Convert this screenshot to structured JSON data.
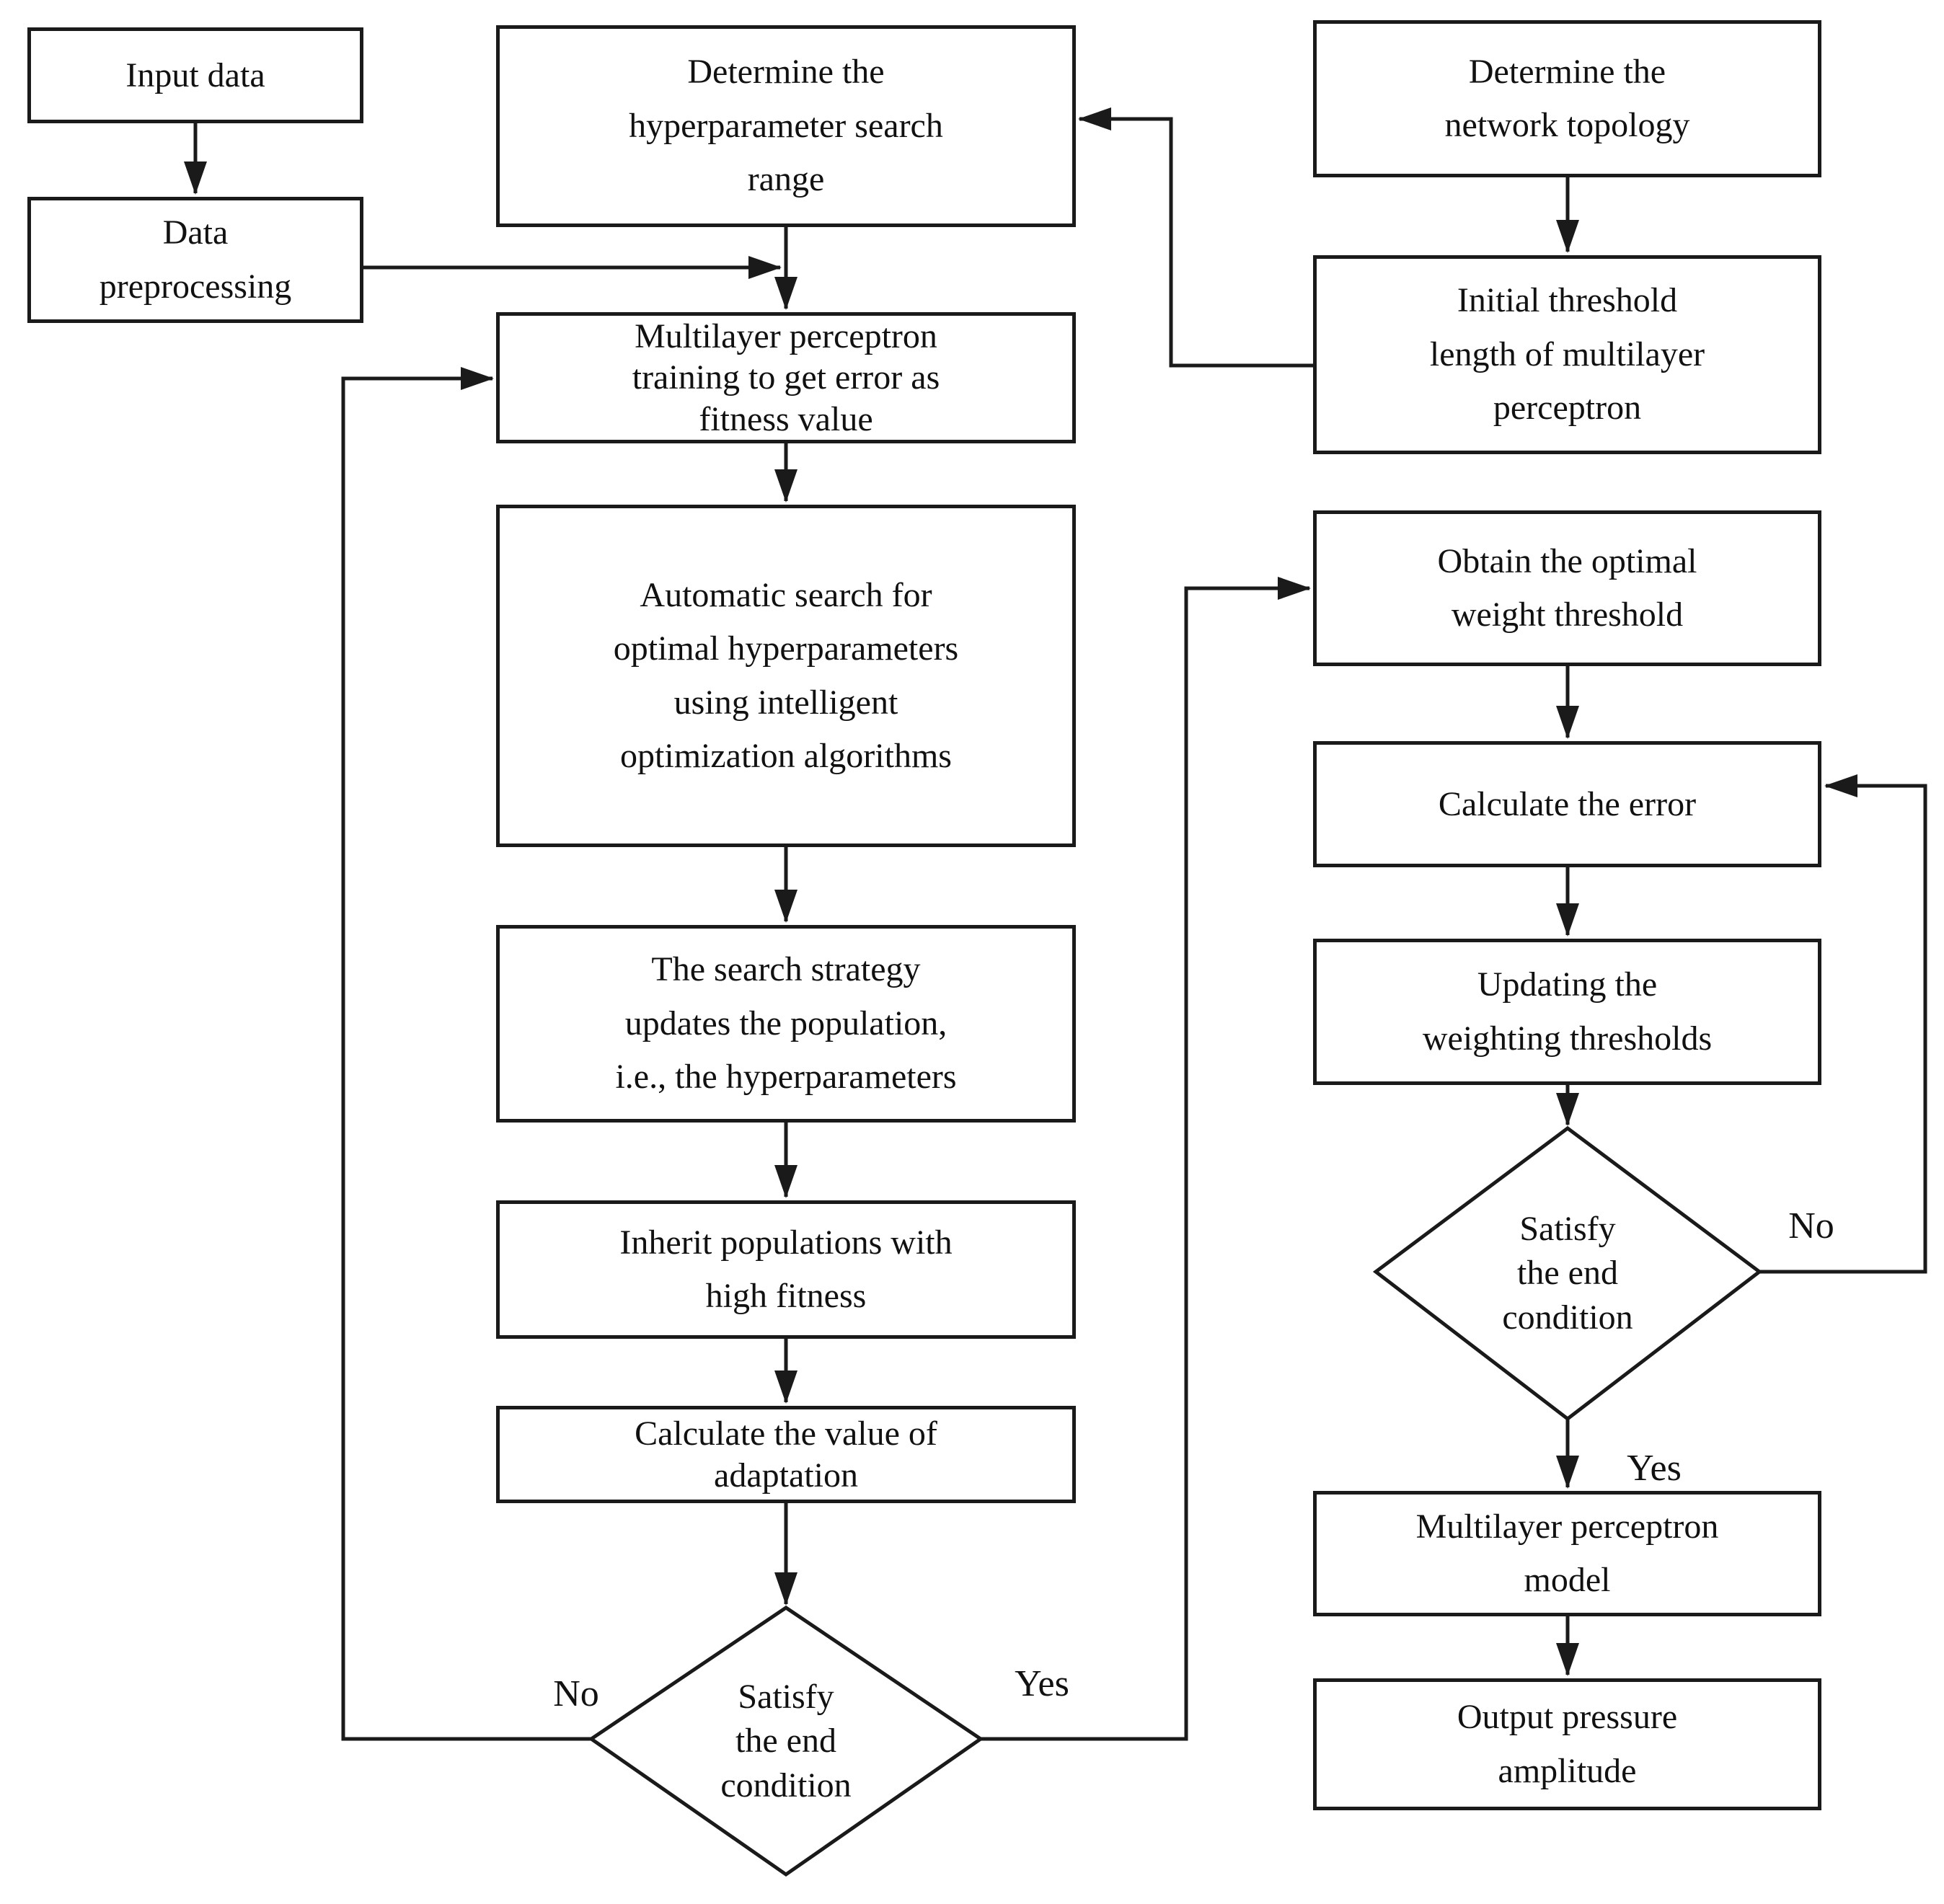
{
  "colors": {
    "stroke": "#1a1a1a",
    "background": "#ffffff"
  },
  "nodes": {
    "input_data": {
      "label": "Input data"
    },
    "data_preprocessing": {
      "label": "Data\npreprocessing"
    },
    "determine_search_range": {
      "label": "Determine the\nhyperparameter search\nrange"
    },
    "mlp_training": {
      "label": "Multilayer perceptron\ntraining to get error as\nfitness value"
    },
    "automatic_search": {
      "label": "Automatic search for\noptimal hyperparameters\nusing intelligent\noptimization algorithms"
    },
    "search_strategy_updates": {
      "label": "The search strategy\nupdates the population,\ni.e., the hyperparameters"
    },
    "inherit_populations": {
      "label": "Inherit populations with\nhigh fitness"
    },
    "calculate_adaptation": {
      "label": "Calculate the value of\nadaptation"
    },
    "satisfy_end_condition_left": {
      "label": "Satisfy\nthe end\ncondition"
    },
    "determine_network_topology": {
      "label": "Determine the\nnetwork topology"
    },
    "initial_threshold_length": {
      "label": "Initial threshold\nlength of multilayer\nperceptron"
    },
    "obtain_optimal_weight": {
      "label": "Obtain the optimal\nweight threshold"
    },
    "calculate_error": {
      "label": "Calculate the error"
    },
    "updating_weighting_thresholds": {
      "label": "Updating the\nweighting thresholds"
    },
    "satisfy_end_condition_right": {
      "label": "Satisfy\nthe end\ncondition"
    },
    "mlp_model": {
      "label": "Multilayer perceptron\nmodel"
    },
    "output_pressure_amplitude": {
      "label": "Output pressure\namplitude"
    }
  },
  "edge_labels": {
    "left_diamond_no": "No",
    "left_diamond_yes": "Yes",
    "right_diamond_no": "No",
    "right_diamond_yes": "Yes"
  }
}
